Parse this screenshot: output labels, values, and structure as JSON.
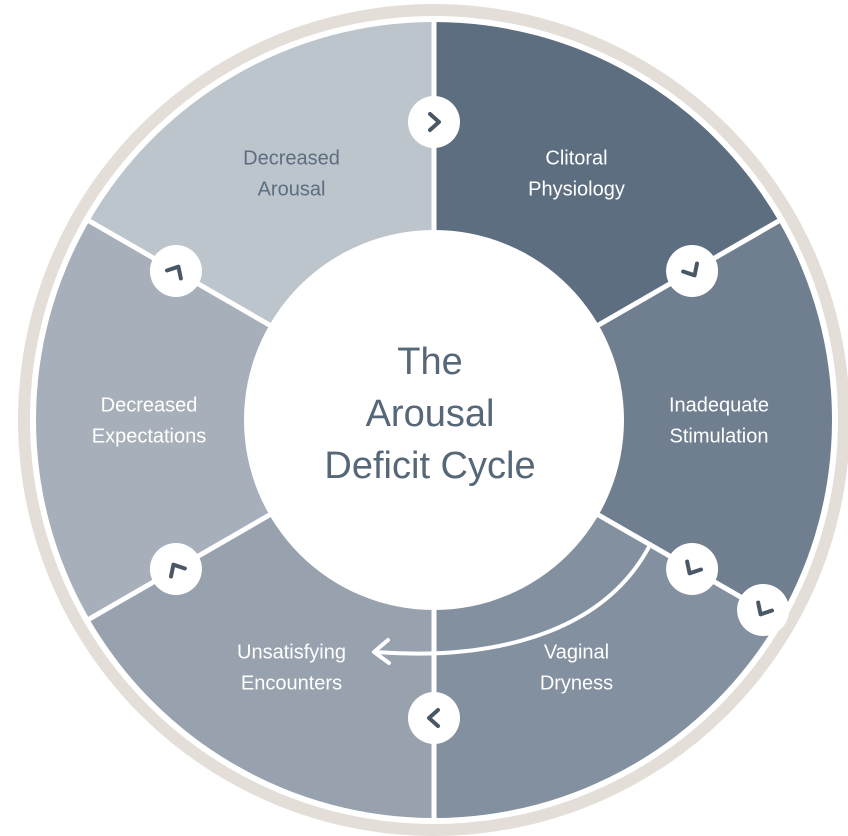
{
  "diagram": {
    "title_lines": [
      "The",
      "Arousal",
      "Deficit Cycle"
    ],
    "segments": [
      {
        "label_lines": [
          "Clitoral",
          "Physiology"
        ],
        "fill": "#5d6e80",
        "text_color": "#ffffff"
      },
      {
        "label_lines": [
          "Inadequate",
          "Stimulation"
        ],
        "fill": "#6f7f90",
        "text_color": "#ffffff"
      },
      {
        "label_lines": [
          "Vaginal",
          "Dryness"
        ],
        "fill": "#8290a0",
        "text_color": "#ffffff"
      },
      {
        "label_lines": [
          "Unsatisfying",
          "Encounters"
        ],
        "fill": "#97a2ae",
        "text_color": "#ffffff"
      },
      {
        "label_lines": [
          "Decreased",
          "Expectations"
        ],
        "fill": "#a7b0ba",
        "text_color": "#ffffff"
      },
      {
        "label_lines": [
          "Decreased",
          "Arousal"
        ],
        "fill": "#bcc4cc",
        "text_color": "#5d6e80"
      }
    ],
    "colors": {
      "outer_ring": "#e3dfd8",
      "divider": "#ffffff",
      "center_fill": "#ffffff",
      "center_text": "#566777",
      "arrow_glyph": "#4a5866"
    },
    "arrow_icon": "chevron-arrow-icon"
  }
}
